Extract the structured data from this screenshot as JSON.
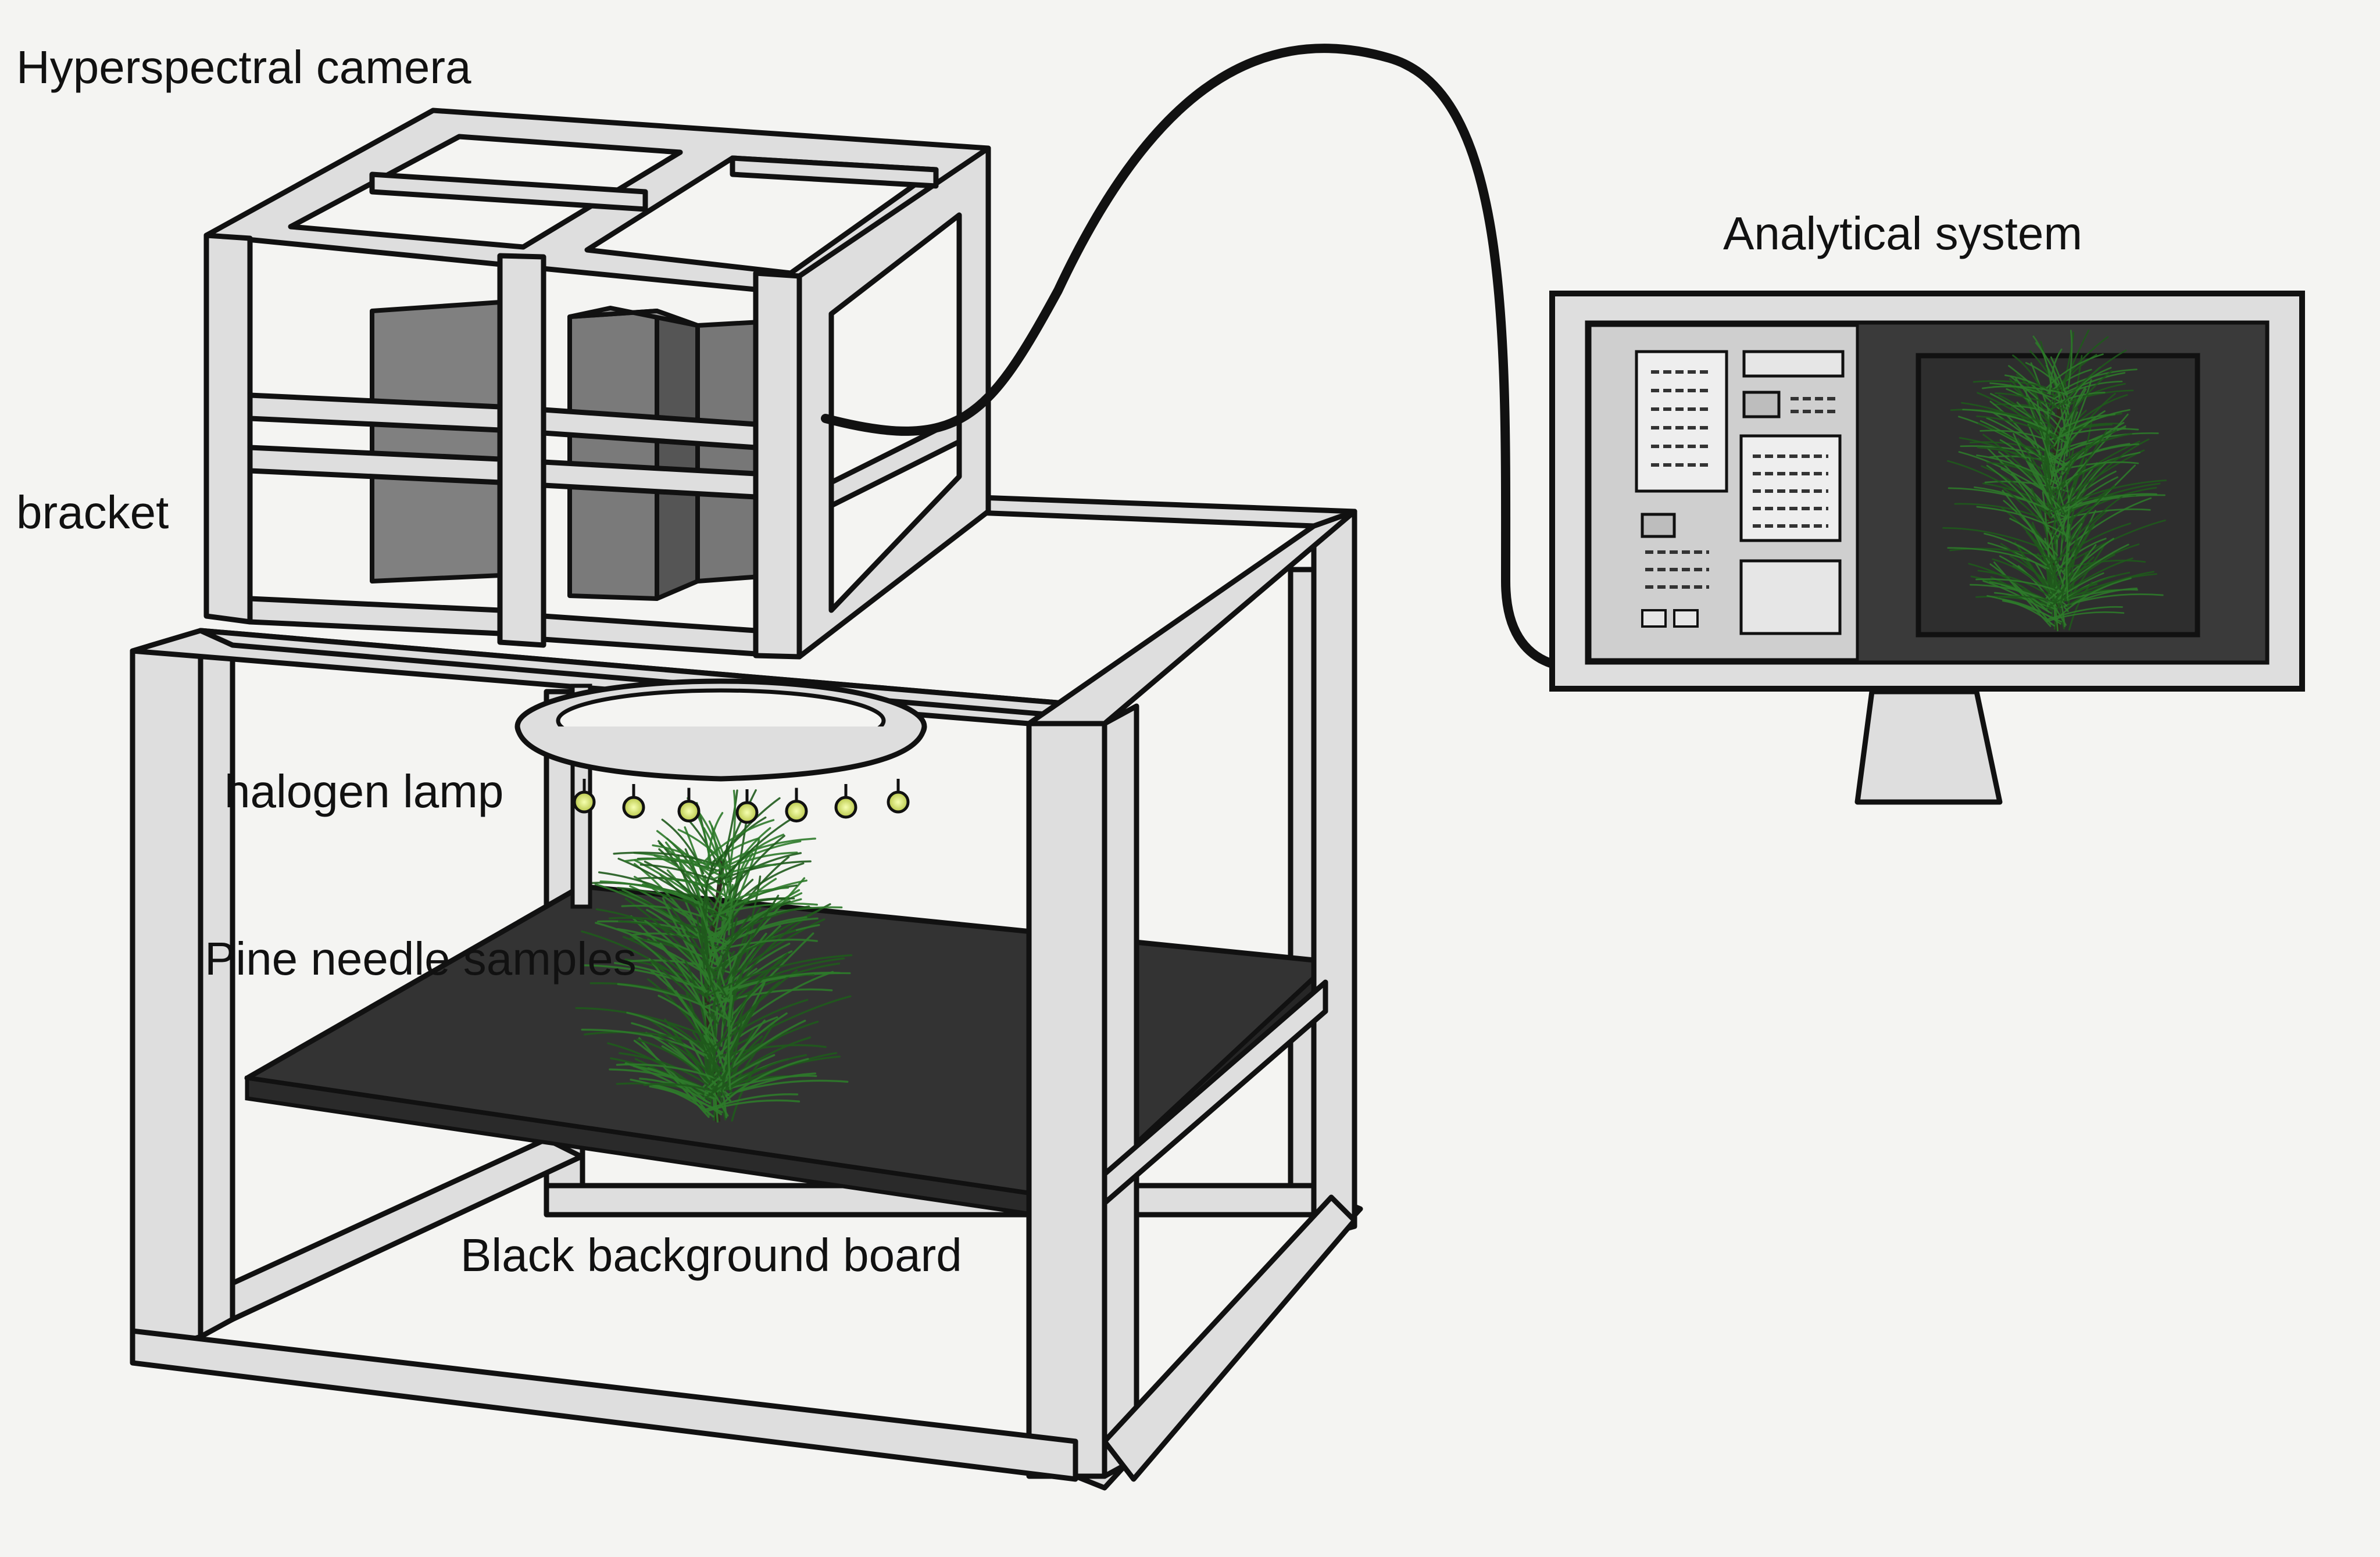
{
  "labels": {
    "camera": "Hyperspectral camera",
    "analytical": "Analytical system",
    "bracket": "bracket",
    "lamp": "halogen lamp",
    "pine": "Pine needle samples",
    "board": "Black background board"
  },
  "colors": {
    "background": "#f4f4f2",
    "frame": "#dedede",
    "outline": "#111111",
    "camera_body": "#7f7f7f",
    "board": "#333333",
    "needle": "#1f5a1c",
    "screen_dark": "#2c2c2c",
    "led": "#dfe79a"
  }
}
